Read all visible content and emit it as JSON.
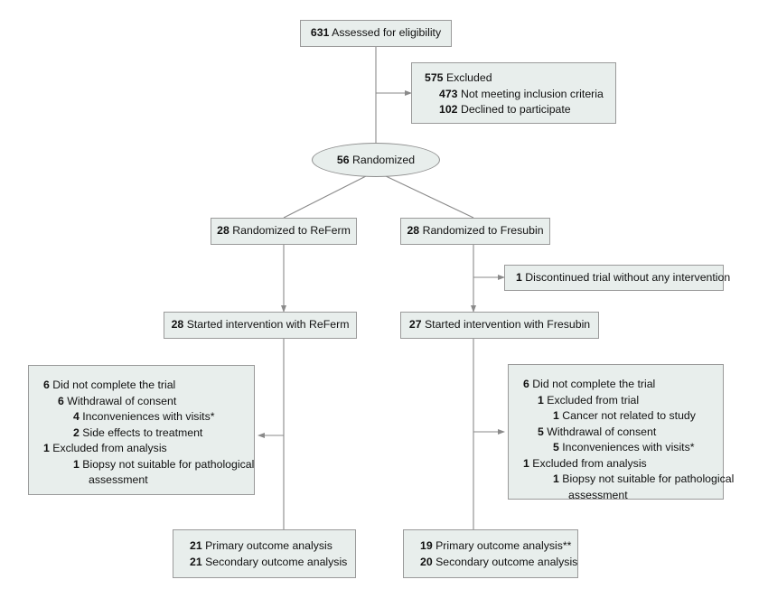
{
  "diagram": {
    "title": "CONSORT participant flow diagram",
    "type": "flowchart",
    "colors": {
      "node_fill": "#e8eeec",
      "node_border": "#9a9a9a",
      "connector": "#8a8a8a",
      "text": "#111111"
    },
    "nodes": {
      "assessed": {
        "lines": [
          {
            "num": "631",
            "text": "Assessed for eligibility",
            "indent": 0
          }
        ]
      },
      "excluded": {
        "lines": [
          {
            "num": "575",
            "text": "Excluded",
            "indent": 0
          },
          {
            "num": "473",
            "text": "Not meeting inclusion criteria",
            "indent": 1
          },
          {
            "num": "102",
            "text": "Declined to participate",
            "indent": 1
          }
        ]
      },
      "randomized": {
        "num": "56",
        "text": "Randomized"
      },
      "arm_left_alloc": {
        "num": "28",
        "text": "Randomized to ReFerm"
      },
      "arm_right_alloc": {
        "num": "28",
        "text": "Randomized to Fresubin"
      },
      "discontinued": {
        "num": "1",
        "text": "Discontinued trial without any intervention"
      },
      "arm_left_started": {
        "num": "28",
        "text": "Started intervention with ReFerm"
      },
      "arm_right_started": {
        "num": "27",
        "text": "Started intervention with Fresubin"
      },
      "losses_left": {
        "lines": [
          {
            "num": "6",
            "text": "Did not complete the trial",
            "indent": 0
          },
          {
            "num": "6",
            "text": "Withdrawal of consent",
            "indent": 1
          },
          {
            "num": "4",
            "text": "Inconveniences with visits*",
            "indent": 2
          },
          {
            "num": "2",
            "text": "Side effects to treatment",
            "indent": 2
          },
          {
            "num": "1",
            "text": "Excluded from analysis",
            "indent": 0
          },
          {
            "num": "1",
            "text": "Biopsy not suitable for pathological",
            "indent": 2
          },
          {
            "num": "",
            "text": "assessment",
            "indent": 3
          }
        ]
      },
      "losses_right": {
        "lines": [
          {
            "num": "6",
            "text": "Did not complete the trial",
            "indent": 0
          },
          {
            "num": "1",
            "text": "Excluded from trial",
            "indent": 1
          },
          {
            "num": "1",
            "text": "Cancer not related to study",
            "indent": 2
          },
          {
            "num": "5",
            "text": "Withdrawal of consent",
            "indent": 1
          },
          {
            "num": "5",
            "text": "Inconveniences with visits*",
            "indent": 2
          },
          {
            "num": "1",
            "text": "Excluded from analysis",
            "indent": 0
          },
          {
            "num": "1",
            "text": "Biopsy not suitable for pathological",
            "indent": 2
          },
          {
            "num": "",
            "text": "assessment",
            "indent": 3
          }
        ]
      },
      "analysis_left": {
        "lines": [
          {
            "num": "21",
            "text": "Primary outcome analysis",
            "indent": 0
          },
          {
            "num": "21",
            "text": "Secondary outcome analysis",
            "indent": 0
          }
        ]
      },
      "analysis_right": {
        "lines": [
          {
            "num": "19",
            "text": "Primary outcome analysis**",
            "indent": 0
          },
          {
            "num": "20",
            "text": "Secondary outcome analysis",
            "indent": 0
          }
        ]
      }
    }
  }
}
